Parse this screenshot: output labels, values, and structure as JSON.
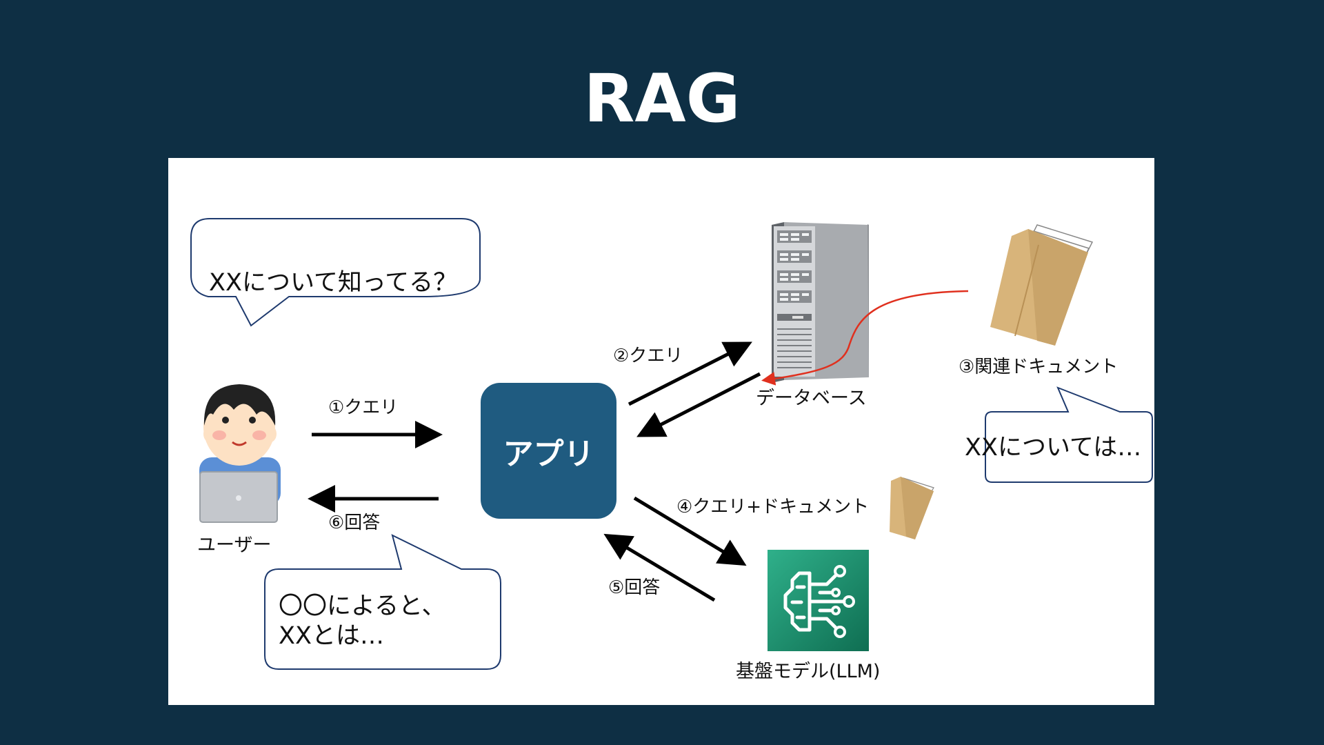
{
  "title": "RAG",
  "bubbles": {
    "user_question": "XXについて知ってる？",
    "document_content": "XXについては…",
    "answer_line1": "〇〇によると、",
    "answer_line2": "XXとは…"
  },
  "nodes": {
    "user": "ユーザー",
    "app": "アプリ",
    "database": "データベース",
    "document": "③関連ドキュメント",
    "llm": "基盤モデル(LLM)"
  },
  "steps": {
    "step1": "①クエリ",
    "step2": "②クエリ",
    "step4": "④クエリ+ドキュメント",
    "step5": "⑤回答",
    "step6": "⑥回答"
  },
  "colors": {
    "background": "#0e2f44",
    "panel": "#ffffff",
    "app_box": "#1f5b80",
    "llm_icon": "#1d8f6c",
    "retrieval_curve": "#e0301e"
  },
  "icons": {
    "user": "person-with-laptop-icon",
    "database": "server-tower-icon",
    "document": "envelope-document-icon",
    "llm": "brain-circuit-icon"
  }
}
